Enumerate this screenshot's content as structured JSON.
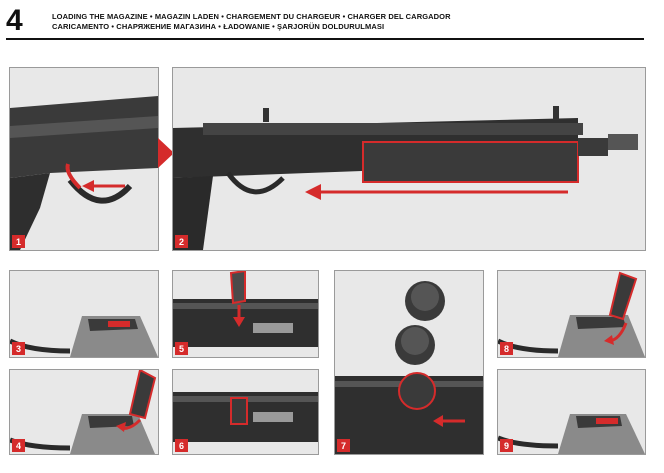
{
  "header": {
    "step_number": "4",
    "line1": "LOADING THE MAGAZINE  •  MAGAZIN LADEN  •  CHARGEMENT DU CHARGEUR  •  CHARGER DEL CARGADOR",
    "line2": "CARICAMENTO  •  СНАРЯЖЕНИЕ МАГАЗИНА  •  ŁADOWANIE  •  ŞARJORÜN DOLDURULMASI"
  },
  "panels": [
    {
      "label": "1"
    },
    {
      "label": "2"
    },
    {
      "label": "3"
    },
    {
      "label": "4"
    },
    {
      "label": "5"
    },
    {
      "label": "6"
    },
    {
      "label": "7"
    },
    {
      "label": "8"
    },
    {
      "label": "9"
    }
  ],
  "colors": {
    "accent": "#d52b2b",
    "metal": "#2b2b2b",
    "background": "#e6e6e6"
  }
}
